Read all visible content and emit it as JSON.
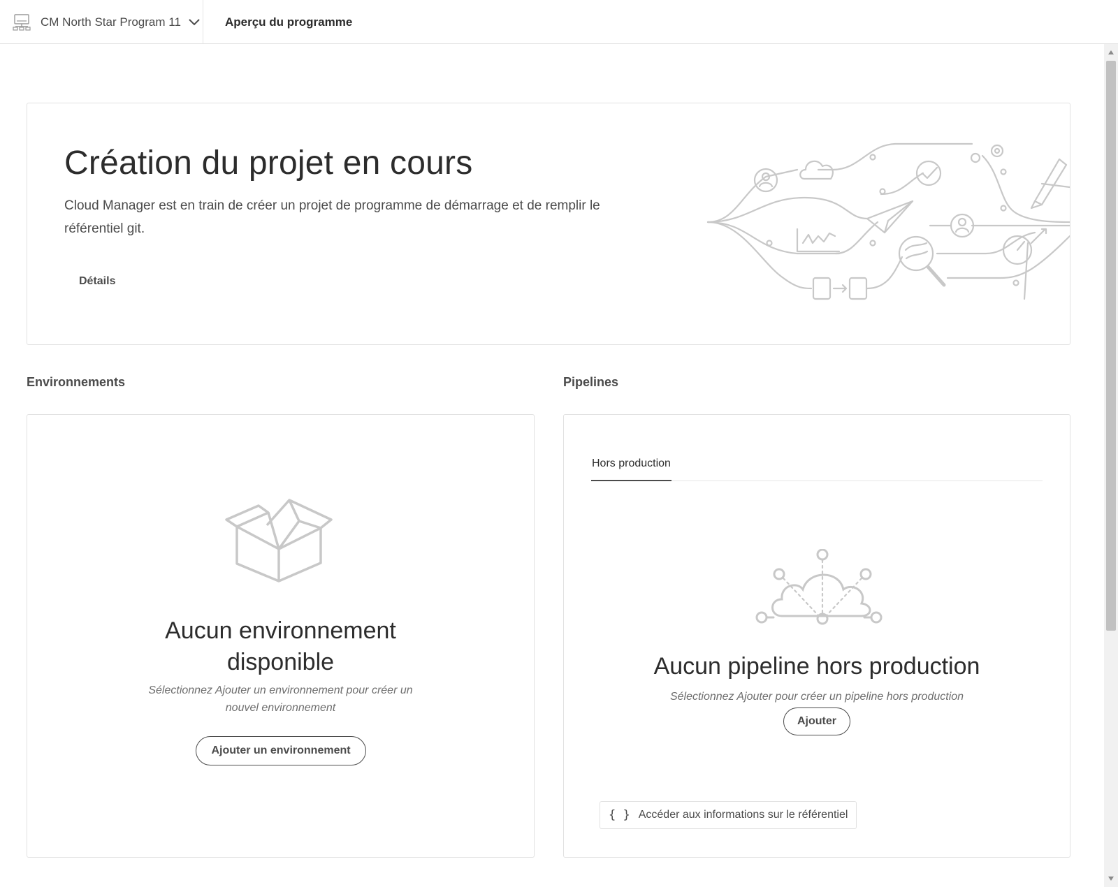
{
  "header": {
    "program_name": "CM North Star Program 11",
    "program_icon": "program-icon",
    "title": "Aperçu du programme"
  },
  "hero": {
    "title": "Création du projet en cours",
    "description": "Cloud Manager est en train de créer un projet de programme de démarrage et de remplir le référentiel git.",
    "details_label": "Détails"
  },
  "environments": {
    "heading": "Environnements",
    "empty_title_line1": "Aucun environnement",
    "empty_title_line2": "disponible",
    "empty_sub_line1": "Sélectionnez Ajouter un environnement pour créer un",
    "empty_sub_line2": "nouvel environnement",
    "add_button": "Ajouter un environnement"
  },
  "pipelines": {
    "heading": "Pipelines",
    "tabs": [
      {
        "label": "Hors production",
        "selected": true
      }
    ],
    "empty_title": "Aucun pipeline hors production",
    "empty_sub": "Sélectionnez Ajouter pour créer un pipeline hors production",
    "add_button": "Ajouter",
    "repo_brace": "{ }",
    "repo_link": "Accéder aux informations sur le référentiel"
  },
  "colors": {
    "text_primary": "#2c2c2c",
    "text_secondary": "#4b4b4b",
    "border": "#e1e1e1",
    "illustration": "#c8c8c8"
  }
}
